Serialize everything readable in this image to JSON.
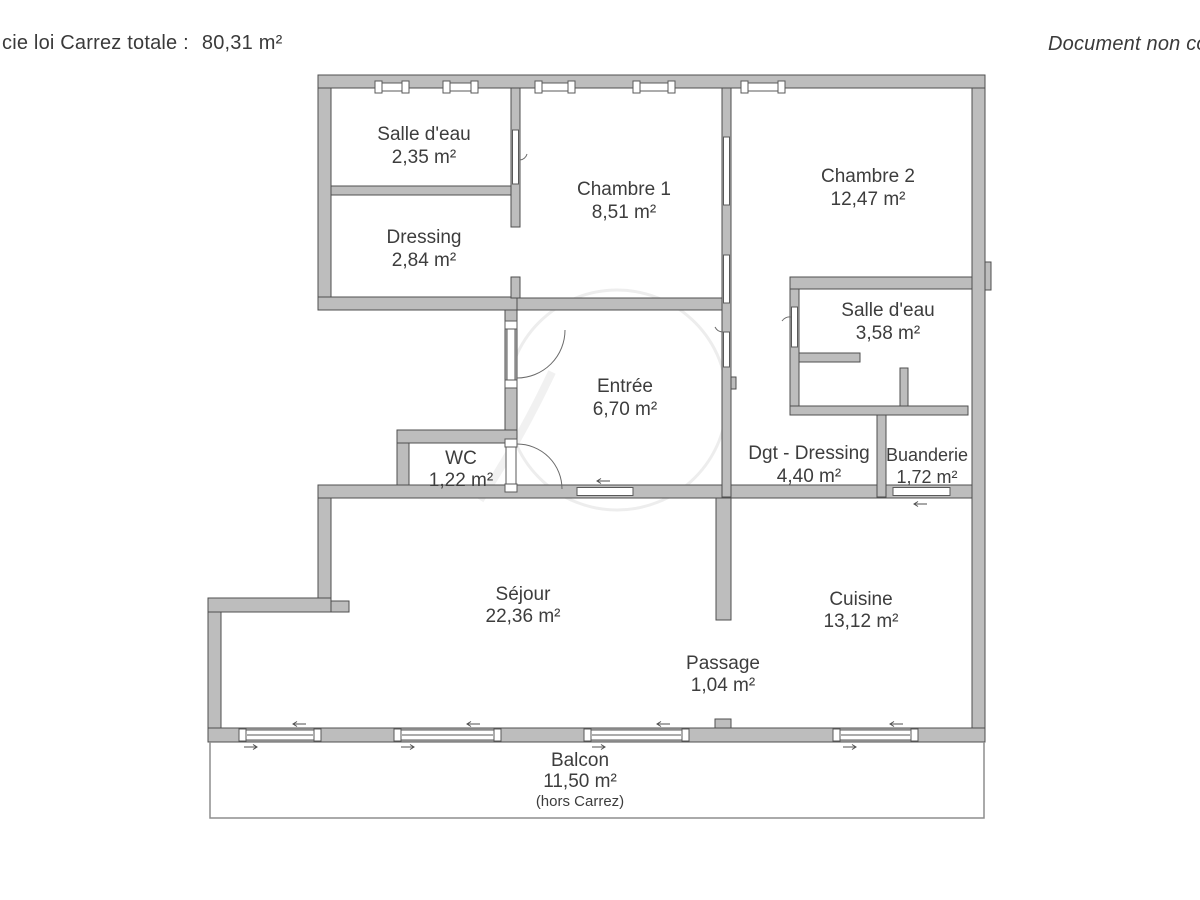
{
  "header": {
    "left_label": "cie loi Carrez totale :",
    "left_value": "80,31 m²",
    "right_text": "Document non cor"
  },
  "plan": {
    "colors": {
      "wall_fill": "#bdbdbd",
      "wall_stroke": "#4f4f4f",
      "label_color": "#3d3d3d"
    },
    "rooms": [
      {
        "id": "salle-deau-1",
        "name": "Salle d'eau",
        "area": "2,35 m²"
      },
      {
        "id": "dressing",
        "name": "Dressing",
        "area": "2,84 m²"
      },
      {
        "id": "chambre-1",
        "name": "Chambre 1",
        "area": "8,51 m²"
      },
      {
        "id": "chambre-2",
        "name": "Chambre 2",
        "area": "12,47 m²"
      },
      {
        "id": "salle-deau-2",
        "name": "Salle d'eau",
        "area": "3,58 m²"
      },
      {
        "id": "entree",
        "name": "Entrée",
        "area": "6,70 m²"
      },
      {
        "id": "wc",
        "name": "WC",
        "area": "1,22 m²"
      },
      {
        "id": "dgt-dressing",
        "name": "Dgt - Dressing",
        "area": "4,40 m²"
      },
      {
        "id": "buanderie",
        "name": "Buanderie",
        "area": "1,72 m²"
      },
      {
        "id": "sejour",
        "name": "Séjour",
        "area": "22,36 m²"
      },
      {
        "id": "cuisine",
        "name": "Cuisine",
        "area": "13,12 m²"
      },
      {
        "id": "passage",
        "name": "Passage",
        "area": "1,04 m²"
      },
      {
        "id": "balcon",
        "name": "Balcon",
        "area": "11,50 m²",
        "note": "(hors Carrez)"
      }
    ]
  }
}
